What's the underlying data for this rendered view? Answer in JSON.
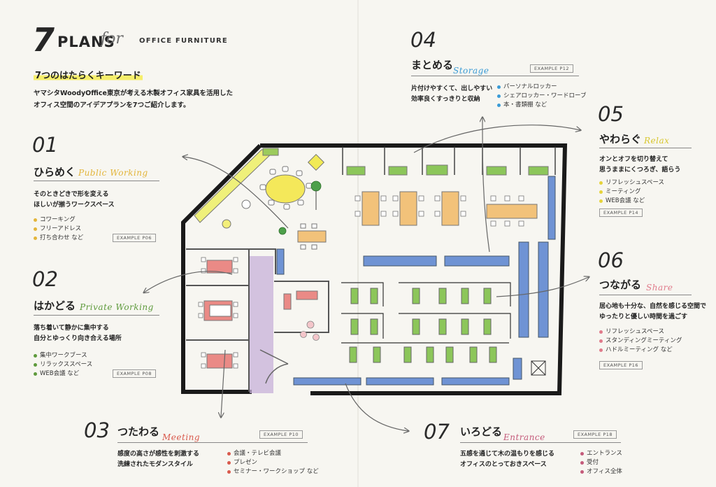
{
  "header": {
    "number": "7",
    "plans": "PLANS",
    "for": "for",
    "subtitle": "OFFICE FURNITURE"
  },
  "keywords_title": "7つのはたらくキーワード",
  "intro_lines": [
    "ヤマシタWoodyOffice東京が考える木製オフィス家具を活用した",
    "オフィス空間のアイデアプランを7つご紹介します。"
  ],
  "sections": {
    "s01": {
      "num": "01",
      "jp": "ひらめく",
      "en": "Public Working",
      "color": "#e3b53a",
      "desc": [
        "そのときどきで形を変える",
        "ほしいが揃うワークスペース"
      ],
      "bullets": [
        "コワーキング",
        "フリーアドレス",
        "打ち合わせ など"
      ],
      "example": "EXAMPLE  P06"
    },
    "s02": {
      "num": "02",
      "jp": "はかどる",
      "en": "Private Working",
      "color": "#5e9a3c",
      "desc": [
        "落ち着いて静かに集中する",
        "自分とゆっくり向き合える場所"
      ],
      "bullets": [
        "集中ワークブース",
        "リラックススペース",
        "WEB会議 など"
      ],
      "example": "EXAMPLE  P08"
    },
    "s03": {
      "num": "03",
      "jp": "つたわる",
      "en": "Meeting",
      "color": "#d9594c",
      "desc": [
        "感度の高さが感性を刺激する",
        "洗練されたモダンスタイル"
      ],
      "bullets": [
        "会議・テレビ会議",
        "プレゼン",
        "セミナー・ワークショップ など"
      ],
      "example": "EXAMPLE  P10"
    },
    "s04": {
      "num": "04",
      "jp": "まとめる",
      "en": "Storage",
      "color": "#3a9bd6",
      "desc": [
        "片付けやすくて、出しやすい",
        "効率良くすっきりと収納"
      ],
      "bullets": [
        "パーソナルロッカー",
        "シェアロッカー・ワードローブ",
        "本・書類棚 など"
      ],
      "example": "EXAMPLE  P12"
    },
    "s05": {
      "num": "05",
      "jp": "やわらぐ",
      "en": "Relax",
      "color": "#e6d33a",
      "desc": [
        "オンとオフを切り替えて",
        "思うままにくつろぎ、語らう"
      ],
      "bullets": [
        "リフレッシュスペース",
        "ミーティング",
        "WEB会議 など"
      ],
      "example": "EXAMPLE  P14"
    },
    "s06": {
      "num": "06",
      "jp": "つながる",
      "en": "Share",
      "color": "#e07a8a",
      "desc": [
        "居心地も十分な、自然を感じる空間で",
        "ゆったりと優しい時間を過ごす"
      ],
      "bullets": [
        "リフレッシュスペース",
        "スタンディングミーティング",
        "ハドルミーティング など"
      ],
      "example": "EXAMPLE  P16"
    },
    "s07": {
      "num": "07",
      "jp": "いろどる",
      "en": "Entrance",
      "color": "#c45a7a",
      "desc": [
        "五感を通じて木の温もりを感じる",
        "オフィスのとっておきスペース"
      ],
      "bullets": [
        "エントランス",
        "受付",
        "オフィス全体"
      ],
      "example": "EXAMPLE  P18"
    }
  },
  "colors": {
    "wall": "#1a1a1a",
    "desk": "#f2c27a",
    "booth": "#8cc65a",
    "storage": "#6f93d4",
    "meeting": "#ea8a86",
    "purple": "#b59ac9",
    "yellow": "#f1ea55"
  }
}
